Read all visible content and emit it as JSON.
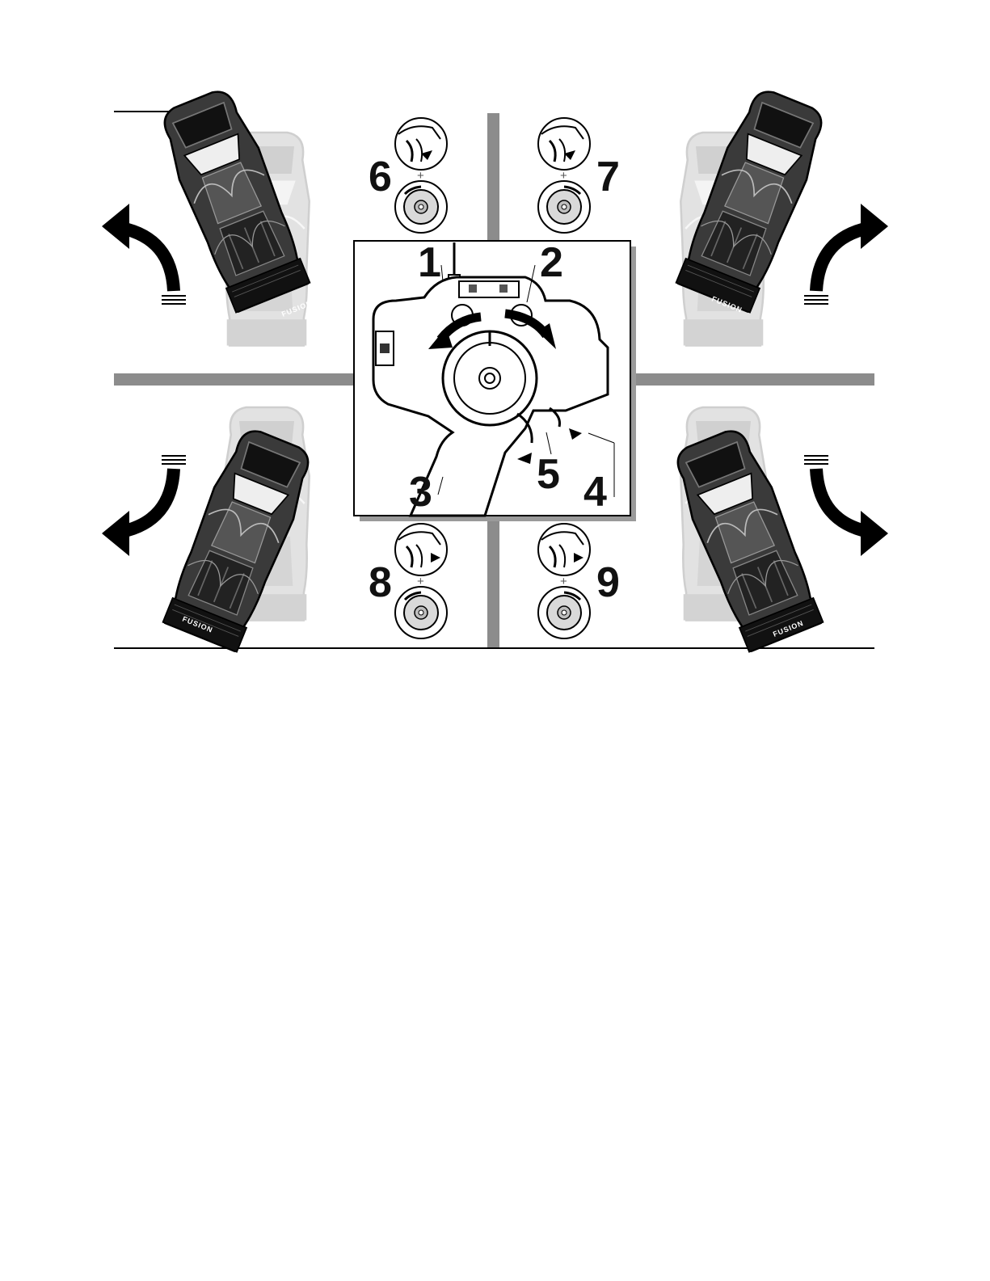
{
  "callouts": {
    "c1": "1",
    "c2": "2",
    "c3": "3",
    "c4": "4",
    "c5": "5",
    "c6": "6",
    "c7": "7",
    "c8": "8",
    "c9": "9"
  },
  "combo_plus": "+",
  "car_brand": "FUSION",
  "icons": {
    "turn_forward_left": "curved-arrow-up-left",
    "turn_forward_right": "curved-arrow-up-right",
    "turn_reverse_left": "curved-arrow-down-left",
    "turn_reverse_right": "curved-arrow-down-right",
    "wheel_rotation": "curved-arrow-wheel"
  },
  "colors": {
    "ink": "#111111",
    "road": "#8c8c8c",
    "ghost_car": "#d9d9d9",
    "car": "#333333"
  }
}
